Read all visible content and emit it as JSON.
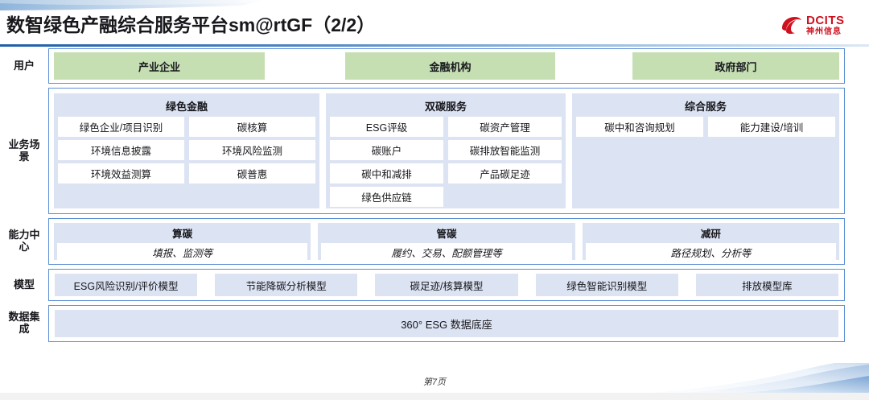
{
  "header": {
    "title": "数智绿色产融综合服务平台sm@rtGF（2/2）",
    "logo_en": "DCITS",
    "logo_cn": "神州信息",
    "brand_color": "#cf111f"
  },
  "colors": {
    "panel_bg": "#dce3f2",
    "user_bg": "#c5dfb3",
    "border": "#5b8fd4",
    "accent": "#1f5fa8"
  },
  "rows": {
    "users": {
      "label": "用户",
      "items": [
        {
          "label": "产业企业"
        },
        {
          "label": "金融机构"
        },
        {
          "label": "政府部门"
        }
      ]
    },
    "scenarios": {
      "label": "业务场\n景",
      "label_line1": "业务场",
      "label_line2": "景",
      "panels": [
        {
          "title": "绿色金融",
          "cells": [
            "绿色企业/项目识别",
            "碳核算",
            "环境信息披露",
            "环境风险监测",
            "环境效益测算",
            "碳普惠"
          ]
        },
        {
          "title": "双碳服务",
          "cells": [
            "ESG评级",
            "碳资产管理",
            "碳账户",
            "碳排放智能监测",
            "碳中和减排",
            "产品碳足迹",
            "绿色供应链",
            ""
          ]
        },
        {
          "title": "综合服务",
          "cells": [
            "碳中和咨询规划",
            "能力建设/培训"
          ]
        }
      ]
    },
    "capability": {
      "label_line1": "能力中",
      "label_line2": "心",
      "items": [
        {
          "title": "算碳",
          "sub": "填报、监测等"
        },
        {
          "title": "管碳",
          "sub": "履约、交易、配额管理等"
        },
        {
          "title": "减研",
          "sub": "路径规划、分析等"
        }
      ]
    },
    "model": {
      "label": "模型",
      "items": [
        {
          "label": "ESG风险识别/评价模型"
        },
        {
          "label": "节能降碳分析模型"
        },
        {
          "label": "碳足迹/核算模型"
        },
        {
          "label": "绿色智能识别模型"
        },
        {
          "label": "排放模型库"
        }
      ]
    },
    "data": {
      "label_line1": "数据集",
      "label_line2": "成",
      "items": [
        {
          "label": "360° ESG 数据底座"
        }
      ]
    }
  },
  "footer": {
    "page_label": "第7页"
  }
}
